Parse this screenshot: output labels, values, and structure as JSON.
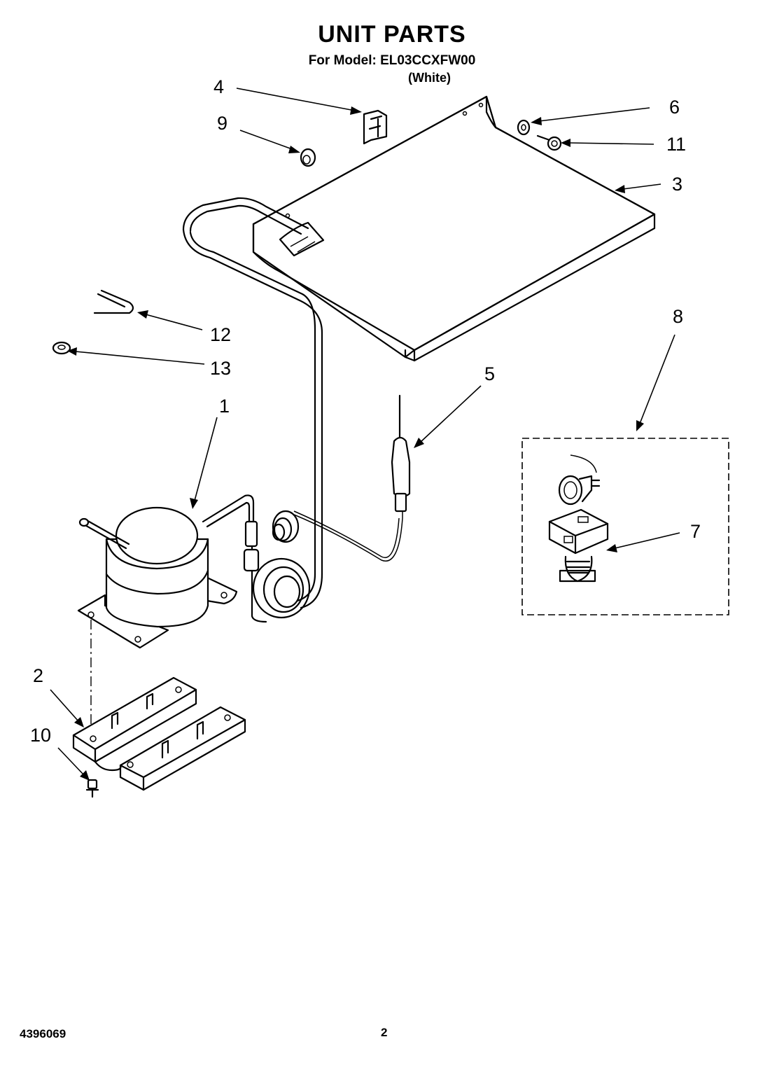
{
  "header": {
    "title": "UNIT PARTS",
    "model_line": "For Model: EL03CCXFW00",
    "color": "(White)"
  },
  "callouts": [
    "1",
    "2",
    "3",
    "4",
    "5",
    "6",
    "7",
    "8",
    "9",
    "10",
    "11",
    "12",
    "13"
  ],
  "footer": {
    "doc_number": "4396069",
    "page_number": "2"
  }
}
